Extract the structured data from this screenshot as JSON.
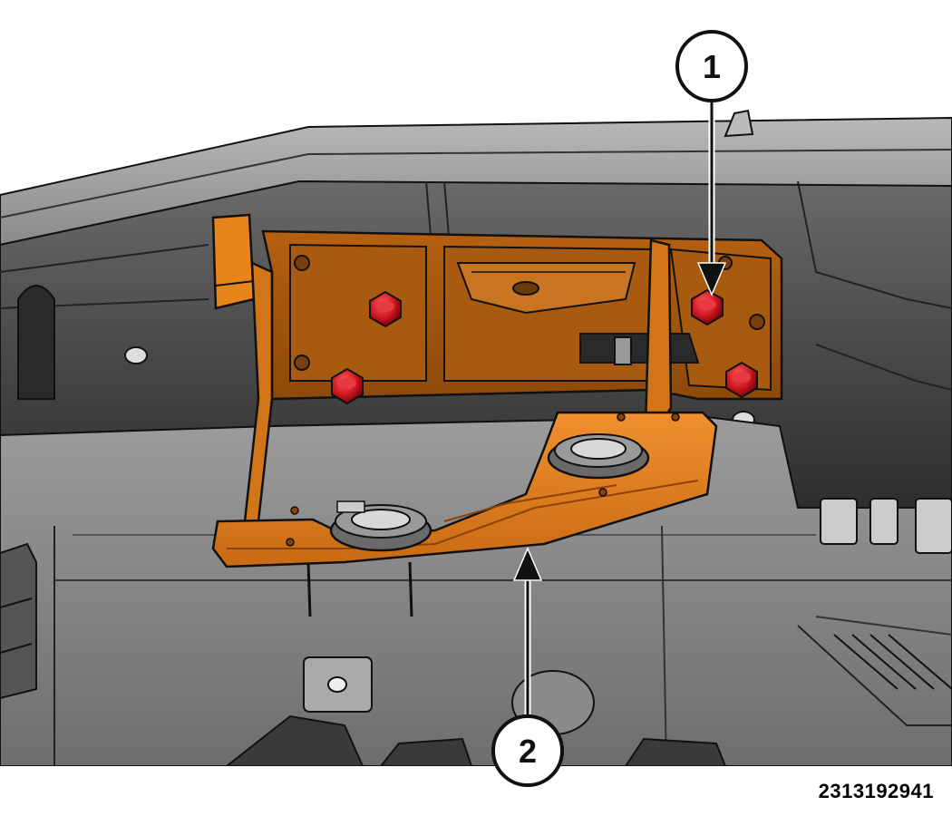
{
  "callouts": [
    {
      "number": "1"
    },
    {
      "number": "2"
    }
  ],
  "figure_id": "2313192941",
  "colors": {
    "bracket": "#c86a12",
    "bracket_light": "#e8841c",
    "bracket_dark": "#8a4208",
    "bolt": "#c8141e",
    "body_light": "#9a9a9a",
    "body_mid": "#707070",
    "body_dark": "#3c3c3c",
    "outline": "#111111"
  }
}
